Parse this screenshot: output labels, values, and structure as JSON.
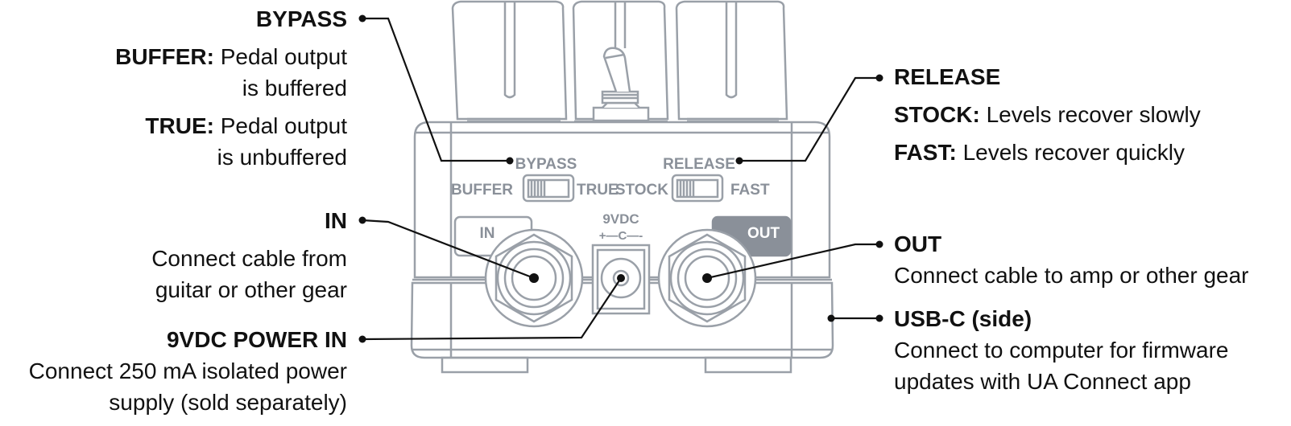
{
  "colors": {
    "line_art": "#9aa0a8",
    "silk": "#8a9099",
    "out_badge": "#8a9099",
    "callout": "#111111"
  },
  "callouts": {
    "bypass": {
      "title": "BYPASS",
      "options": [
        {
          "key": "BUFFER:",
          "lines": [
            "Pedal output",
            "is buffered"
          ]
        },
        {
          "key": "TRUE:",
          "lines": [
            "Pedal output",
            "is unbuffered"
          ]
        }
      ]
    },
    "in": {
      "title": "IN",
      "lines": [
        "Connect cable from",
        "guitar or other gear"
      ]
    },
    "power": {
      "title": "9VDC POWER IN",
      "lines": [
        "Connect 250 mA isolated power",
        "supply (sold separately)"
      ]
    },
    "release": {
      "title": "RELEASE",
      "options": [
        {
          "key": "STOCK:",
          "text": "Levels recover slowly"
        },
        {
          "key": "FAST:",
          "text": "Levels recover quickly"
        }
      ]
    },
    "out": {
      "title": "OUT",
      "lines": [
        "Connect cable to amp or other gear"
      ]
    },
    "usb": {
      "title": "USB-C (side)",
      "lines": [
        "Connect to computer for firmware",
        "updates with UA Connect app"
      ]
    }
  },
  "pedal": {
    "bypass_switch": {
      "label": "BYPASS",
      "left": "BUFFER",
      "right": "TRUE"
    },
    "release_switch": {
      "label": "RELEASE",
      "left": "STOCK",
      "right": "FAST"
    },
    "in_jack_label": "IN",
    "out_jack_label": "OUT",
    "power_label": "9VDC",
    "polarity": "+—C—-"
  }
}
